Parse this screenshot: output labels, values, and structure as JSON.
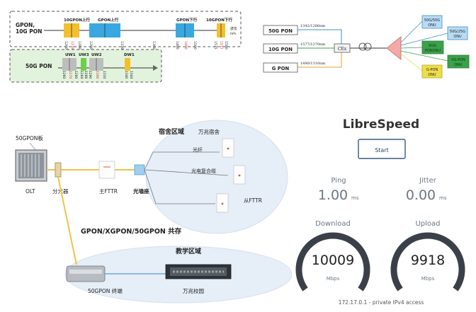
{
  "wavelength_plan": {
    "legacy": {
      "title_line1": "GPON,",
      "title_line2": "10G PON",
      "band_labels": [
        "10GPON上行",
        "GPON上行",
        "GPON下行",
        "10GPON下行"
      ],
      "ticks": [
        "1260",
        "1270",
        "1280",
        "1290",
        "1330",
        "1360",
        "1480",
        "1490",
        "1500",
        "1575",
        "1577",
        "1580"
      ],
      "axis_unit_line1": "波长",
      "axis_unit_line2": "nm"
    },
    "next": {
      "title": "50G PON",
      "band_labels": [
        "UW1",
        "UW3",
        "UW2",
        "DW1"
      ],
      "ticks": [
        "1260",
        "1270",
        "1280",
        "1284",
        "1288",
        "1290",
        "1300",
        "1310",
        "1340",
        "1344"
      ]
    }
  },
  "coexistence": {
    "inputs": [
      {
        "label": "50G PON",
        "wavelength": "1342/1286nm",
        "color": "#3a8fd0"
      },
      {
        "label": "10G PON",
        "wavelength": "1577/1270nm",
        "color": "#3aa24a"
      },
      {
        "label": "G PON",
        "wavelength": "1490/1310nm",
        "color": "#e6a229"
      }
    ],
    "combiner": "CEx",
    "outputs": [
      {
        "label_line1": "50G/50G",
        "label_line2": "ONU",
        "color": "#3a8fd0"
      },
      {
        "label_line1": "50G/25G",
        "label_line2": "ONU",
        "color": "#3a8fd0"
      },
      {
        "label_line1": "XGS-",
        "label_line2": "PONONU",
        "color": "#3aa24a"
      },
      {
        "label_line1": "XG-PON",
        "label_line2": "ONU",
        "color": "#3aa24a"
      },
      {
        "label_line1": "G-PON",
        "label_line2": "ONU",
        "color": "#e8d43c"
      }
    ]
  },
  "campus": {
    "board_label": "50GPON板",
    "olt_label": "OLT",
    "splitter_label": "分光器",
    "main_fttr_label": "主FTTR",
    "socket_label": "光墙座",
    "dorm_title": "宿舍区域",
    "dorm_sub": "万兆宿舍",
    "fiber_label": "光纤",
    "composite_label": "光电复合缆",
    "sub_fttr_label": "从FTTR",
    "coexist_label": "GPON/XGPON/50GPON 共存",
    "teaching_title": "教学区域",
    "terminal_label": "50GPON 终端",
    "campus_label": "万兆校园"
  },
  "speedtest": {
    "title": "LibreSpeed",
    "start_label": "Start",
    "ping": {
      "label": "Ping",
      "value": "1.00",
      "unit": "ms"
    },
    "jitter": {
      "label": "Jitter",
      "value": "0.00",
      "unit": "ms"
    },
    "download": {
      "label": "Download",
      "value": "10009",
      "unit": "Mbps"
    },
    "upload": {
      "label": "Upload",
      "value": "9918",
      "unit": "Mbps"
    },
    "ip_info": "172.17.0.1 - private IPv4 access",
    "colors": {
      "gauge_track": "#c8ced4",
      "gauge_fill": "#3b4048",
      "text_light": "#6b7785",
      "button_border": "#3a5a80"
    }
  }
}
